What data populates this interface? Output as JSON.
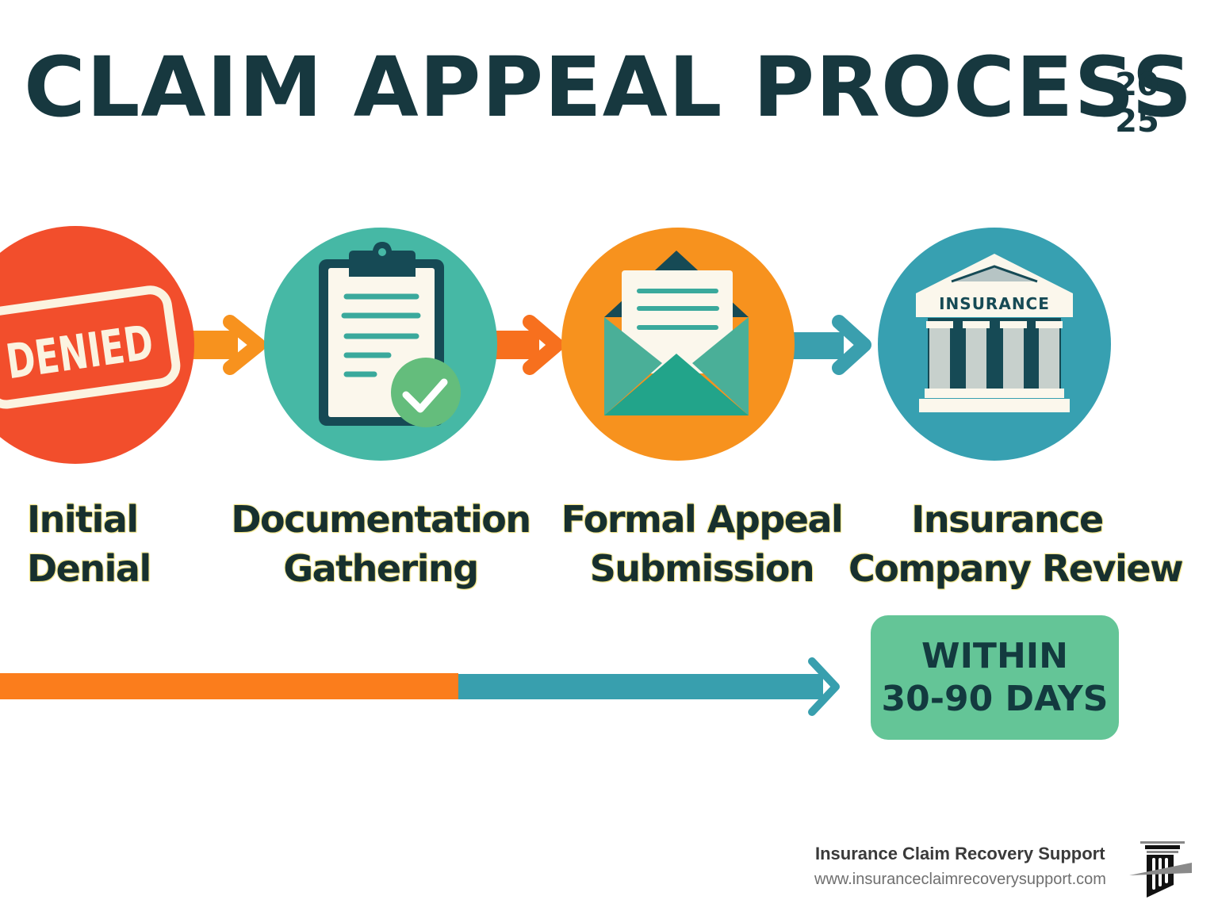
{
  "header": {
    "title": "CLAIM APPEAL PROCESS",
    "year_top": "20",
    "year_bottom": "25"
  },
  "steps": [
    {
      "icon": "denied-stamp-icon",
      "icon_text": "DENIED",
      "line1": "Initial",
      "line2": "Denial",
      "color": "#f24e2c"
    },
    {
      "icon": "clipboard-check-icon",
      "line1": "Documentation",
      "line2": "Gathering",
      "color": "#46b8a5"
    },
    {
      "icon": "envelope-letter-icon",
      "line1": "Formal Appeal",
      "line2": "Submission",
      "color": "#f7921e"
    },
    {
      "icon": "insurance-building-icon",
      "icon_text": "INSURANCE",
      "line1": "Insurance",
      "line2": "Company Review",
      "color": "#37a0b1"
    }
  ],
  "connectors": [
    {
      "from": 1,
      "to": 2,
      "color": "#f7921e"
    },
    {
      "from": 2,
      "to": 3,
      "color": "#f7701e"
    },
    {
      "from": 3,
      "to": 4,
      "color": "#3a9fae"
    }
  ],
  "timeline": {
    "segments": [
      {
        "color": "#fb7d1c"
      },
      {
        "color": "#389fae"
      }
    ],
    "badge_line1": "WITHIN",
    "badge_line2": "30-90 DAYS",
    "badge_color": "#64c597"
  },
  "footer": {
    "name": "Insurance Claim Recovery Support",
    "url": "www.insuranceclaimrecoverysupport.com",
    "logo_icon": "column-pillar-logo-icon"
  }
}
